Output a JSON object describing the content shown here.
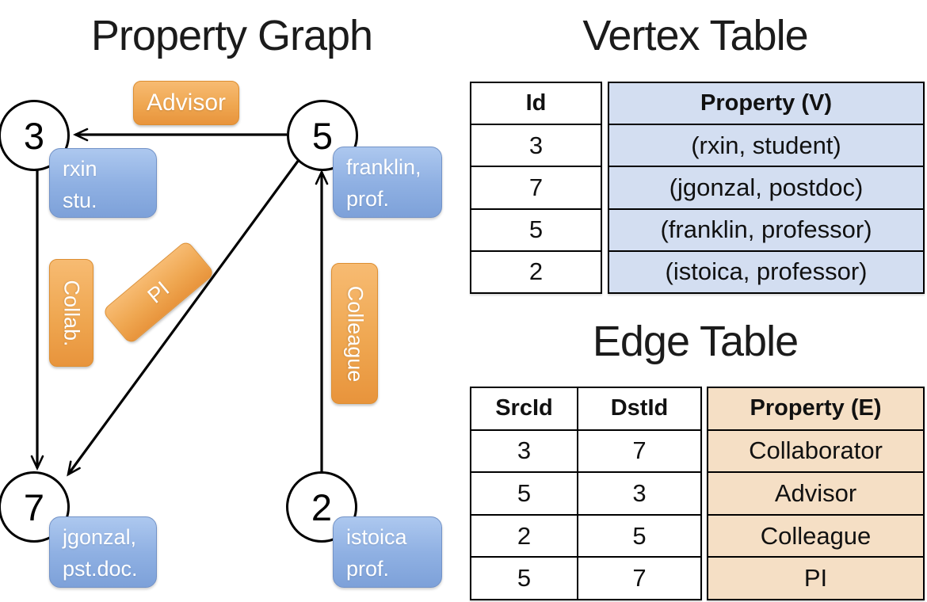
{
  "panel_graph": {
    "title": "Property Graph",
    "nodes": [
      {
        "id": "3"
      },
      {
        "id": "5"
      },
      {
        "id": "7"
      },
      {
        "id": "2"
      }
    ],
    "vertex_labels": [
      {
        "line1": "rxin",
        "line2": "stu."
      },
      {
        "line1": "franklin,",
        "line2": "prof."
      },
      {
        "line1": "jgonzal,",
        "line2": "pst.doc."
      },
      {
        "line1": "istoica",
        "line2": "prof."
      }
    ],
    "edge_labels": {
      "advisor": "Advisor",
      "collab": "Collab.",
      "pi": "PI",
      "colleague": "Colleague"
    },
    "edges": [
      {
        "src": "5",
        "dst": "3",
        "label": "Advisor"
      },
      {
        "src": "3",
        "dst": "7",
        "label": "Collab."
      },
      {
        "src": "5",
        "dst": "7",
        "label": "PI"
      },
      {
        "src": "2",
        "dst": "5",
        "label": "Colleague"
      }
    ]
  },
  "vertex_table": {
    "title": "Vertex Table",
    "columns": {
      "id": "Id",
      "property": "Property (V)"
    },
    "rows": [
      {
        "id": "3",
        "property": "(rxin, student)"
      },
      {
        "id": "7",
        "property": "(jgonzal, postdoc)"
      },
      {
        "id": "5",
        "property": "(franklin, professor)"
      },
      {
        "id": "2",
        "property": "(istoica, professor)"
      }
    ]
  },
  "edge_table": {
    "title": "Edge Table",
    "columns": {
      "src": "SrcId",
      "dst": "DstId",
      "property": "Property (E)"
    },
    "rows": [
      {
        "src": "3",
        "dst": "7",
        "property": "Collaborator"
      },
      {
        "src": "5",
        "dst": "3",
        "property": "Advisor"
      },
      {
        "src": "2",
        "dst": "5",
        "property": "Colleague"
      },
      {
        "src": "5",
        "dst": "7",
        "property": "PI"
      }
    ]
  },
  "colors": {
    "edge_pill_top": "#f7bb72",
    "edge_pill_bottom": "#e8943c",
    "vertex_box_top": "#adc8ef",
    "vertex_box_bottom": "#7da1d9",
    "vertex_table_fill": "#d3def1",
    "edge_table_fill": "#f5dfc5",
    "line": "#000000"
  }
}
